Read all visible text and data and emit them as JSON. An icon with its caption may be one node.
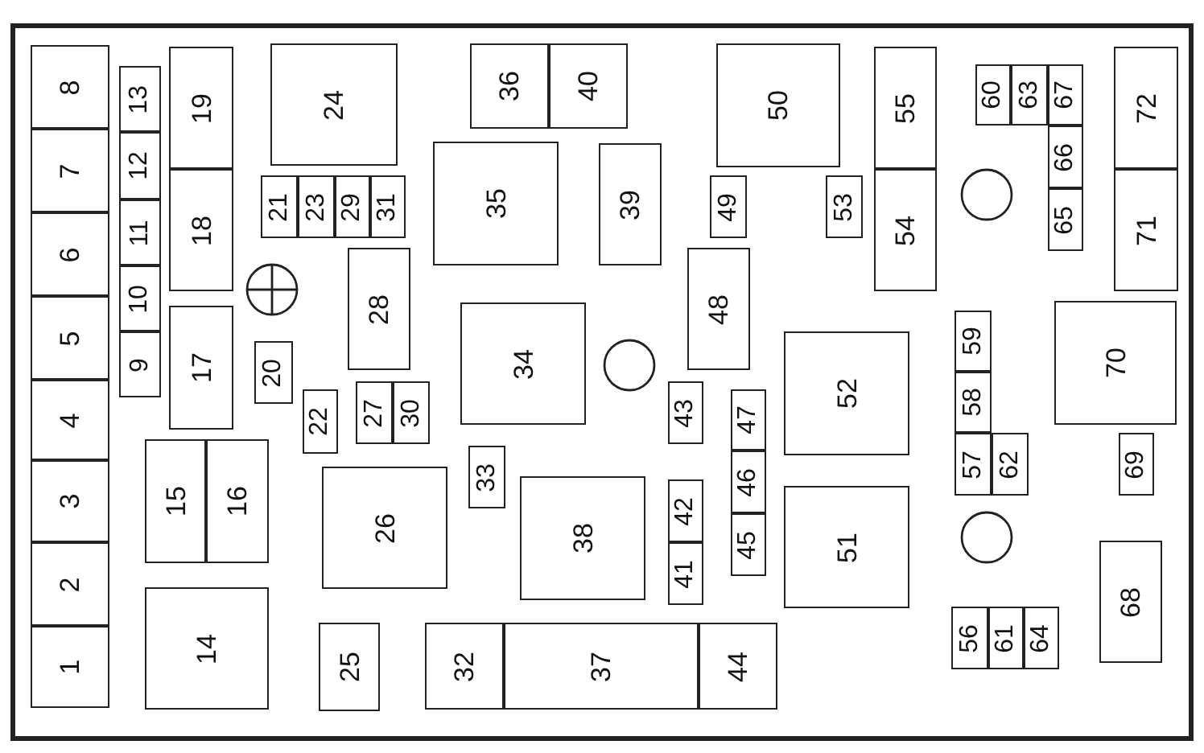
{
  "diagram": {
    "nodes": [
      {
        "text": [
          "1"
        ]
      },
      {
        "text": [
          "2"
        ]
      },
      {
        "text": [
          "3"
        ]
      },
      {
        "text": [
          "4"
        ]
      },
      {
        "text": [
          "5"
        ]
      },
      {
        "text": [
          "6"
        ]
      },
      {
        "text": [
          "7"
        ]
      },
      {
        "text": [
          "8"
        ]
      },
      {
        "text": [
          "9"
        ]
      },
      {
        "text": [
          "10"
        ]
      },
      {
        "text": [
          "11"
        ]
      },
      {
        "text": [
          "12"
        ]
      },
      {
        "text": [
          "13"
        ]
      },
      {
        "text": [
          "14"
        ]
      },
      {
        "text": [
          "15"
        ]
      },
      {
        "text": [
          "16"
        ]
      },
      {
        "text": [
          "17"
        ]
      },
      {
        "text": [
          "18"
        ]
      },
      {
        "text": [
          "19"
        ]
      },
      {
        "text": [
          "20"
        ]
      },
      {
        "text": [
          "21"
        ]
      },
      {
        "text": [
          "22"
        ]
      },
      {
        "text": [
          "23"
        ]
      },
      {
        "text": [
          "24"
        ]
      },
      {
        "text": [
          "25"
        ]
      },
      {
        "text": [
          "26"
        ]
      },
      {
        "text": [
          "27"
        ]
      },
      {
        "text": [
          "28"
        ]
      },
      {
        "text": [
          "29"
        ]
      },
      {
        "text": [
          "30"
        ]
      },
      {
        "text": [
          "31"
        ]
      },
      {
        "text": [
          "32"
        ]
      },
      {
        "text": [
          "33"
        ]
      },
      {
        "text": [
          "34"
        ]
      },
      {
        "text": [
          "35"
        ]
      },
      {
        "text": [
          "36"
        ]
      },
      {
        "text": [
          "37"
        ]
      },
      {
        "text": [
          "38"
        ]
      },
      {
        "text": [
          "39"
        ]
      },
      {
        "text": [
          "40"
        ]
      },
      {
        "text": [
          "41"
        ]
      },
      {
        "text": [
          "42"
        ]
      },
      {
        "text": [
          "43"
        ]
      },
      {
        "text": [
          "44"
        ]
      },
      {
        "text": [
          "45"
        ]
      },
      {
        "text": [
          "46"
        ]
      },
      {
        "text": [
          "47"
        ]
      },
      {
        "text": [
          "48"
        ]
      },
      {
        "text": [
          "49"
        ]
      },
      {
        "text": [
          "50"
        ]
      },
      {
        "text": [
          "51"
        ]
      },
      {
        "text": [
          "52"
        ]
      },
      {
        "text": [
          "53"
        ]
      },
      {
        "text": [
          "54"
        ]
      },
      {
        "text": [
          "55"
        ]
      },
      {
        "text": [
          "56"
        ]
      },
      {
        "text": [
          "57"
        ]
      },
      {
        "text": [
          "58"
        ]
      },
      {
        "text": [
          "59"
        ]
      },
      {
        "text": [
          "60"
        ]
      },
      {
        "text": [
          "61"
        ]
      },
      {
        "text": [
          "62"
        ]
      },
      {
        "text": [
          "63"
        ]
      },
      {
        "text": [
          "64"
        ]
      },
      {
        "text": [
          "65"
        ]
      },
      {
        "text": [
          "66"
        ]
      },
      {
        "text": [
          "67"
        ]
      },
      {
        "text": [
          "68"
        ]
      },
      {
        "text": [
          "69"
        ]
      },
      {
        "text": [
          "70"
        ]
      },
      {
        "text": [
          "71"
        ]
      },
      {
        "text": [
          "72"
        ]
      }
    ]
  }
}
